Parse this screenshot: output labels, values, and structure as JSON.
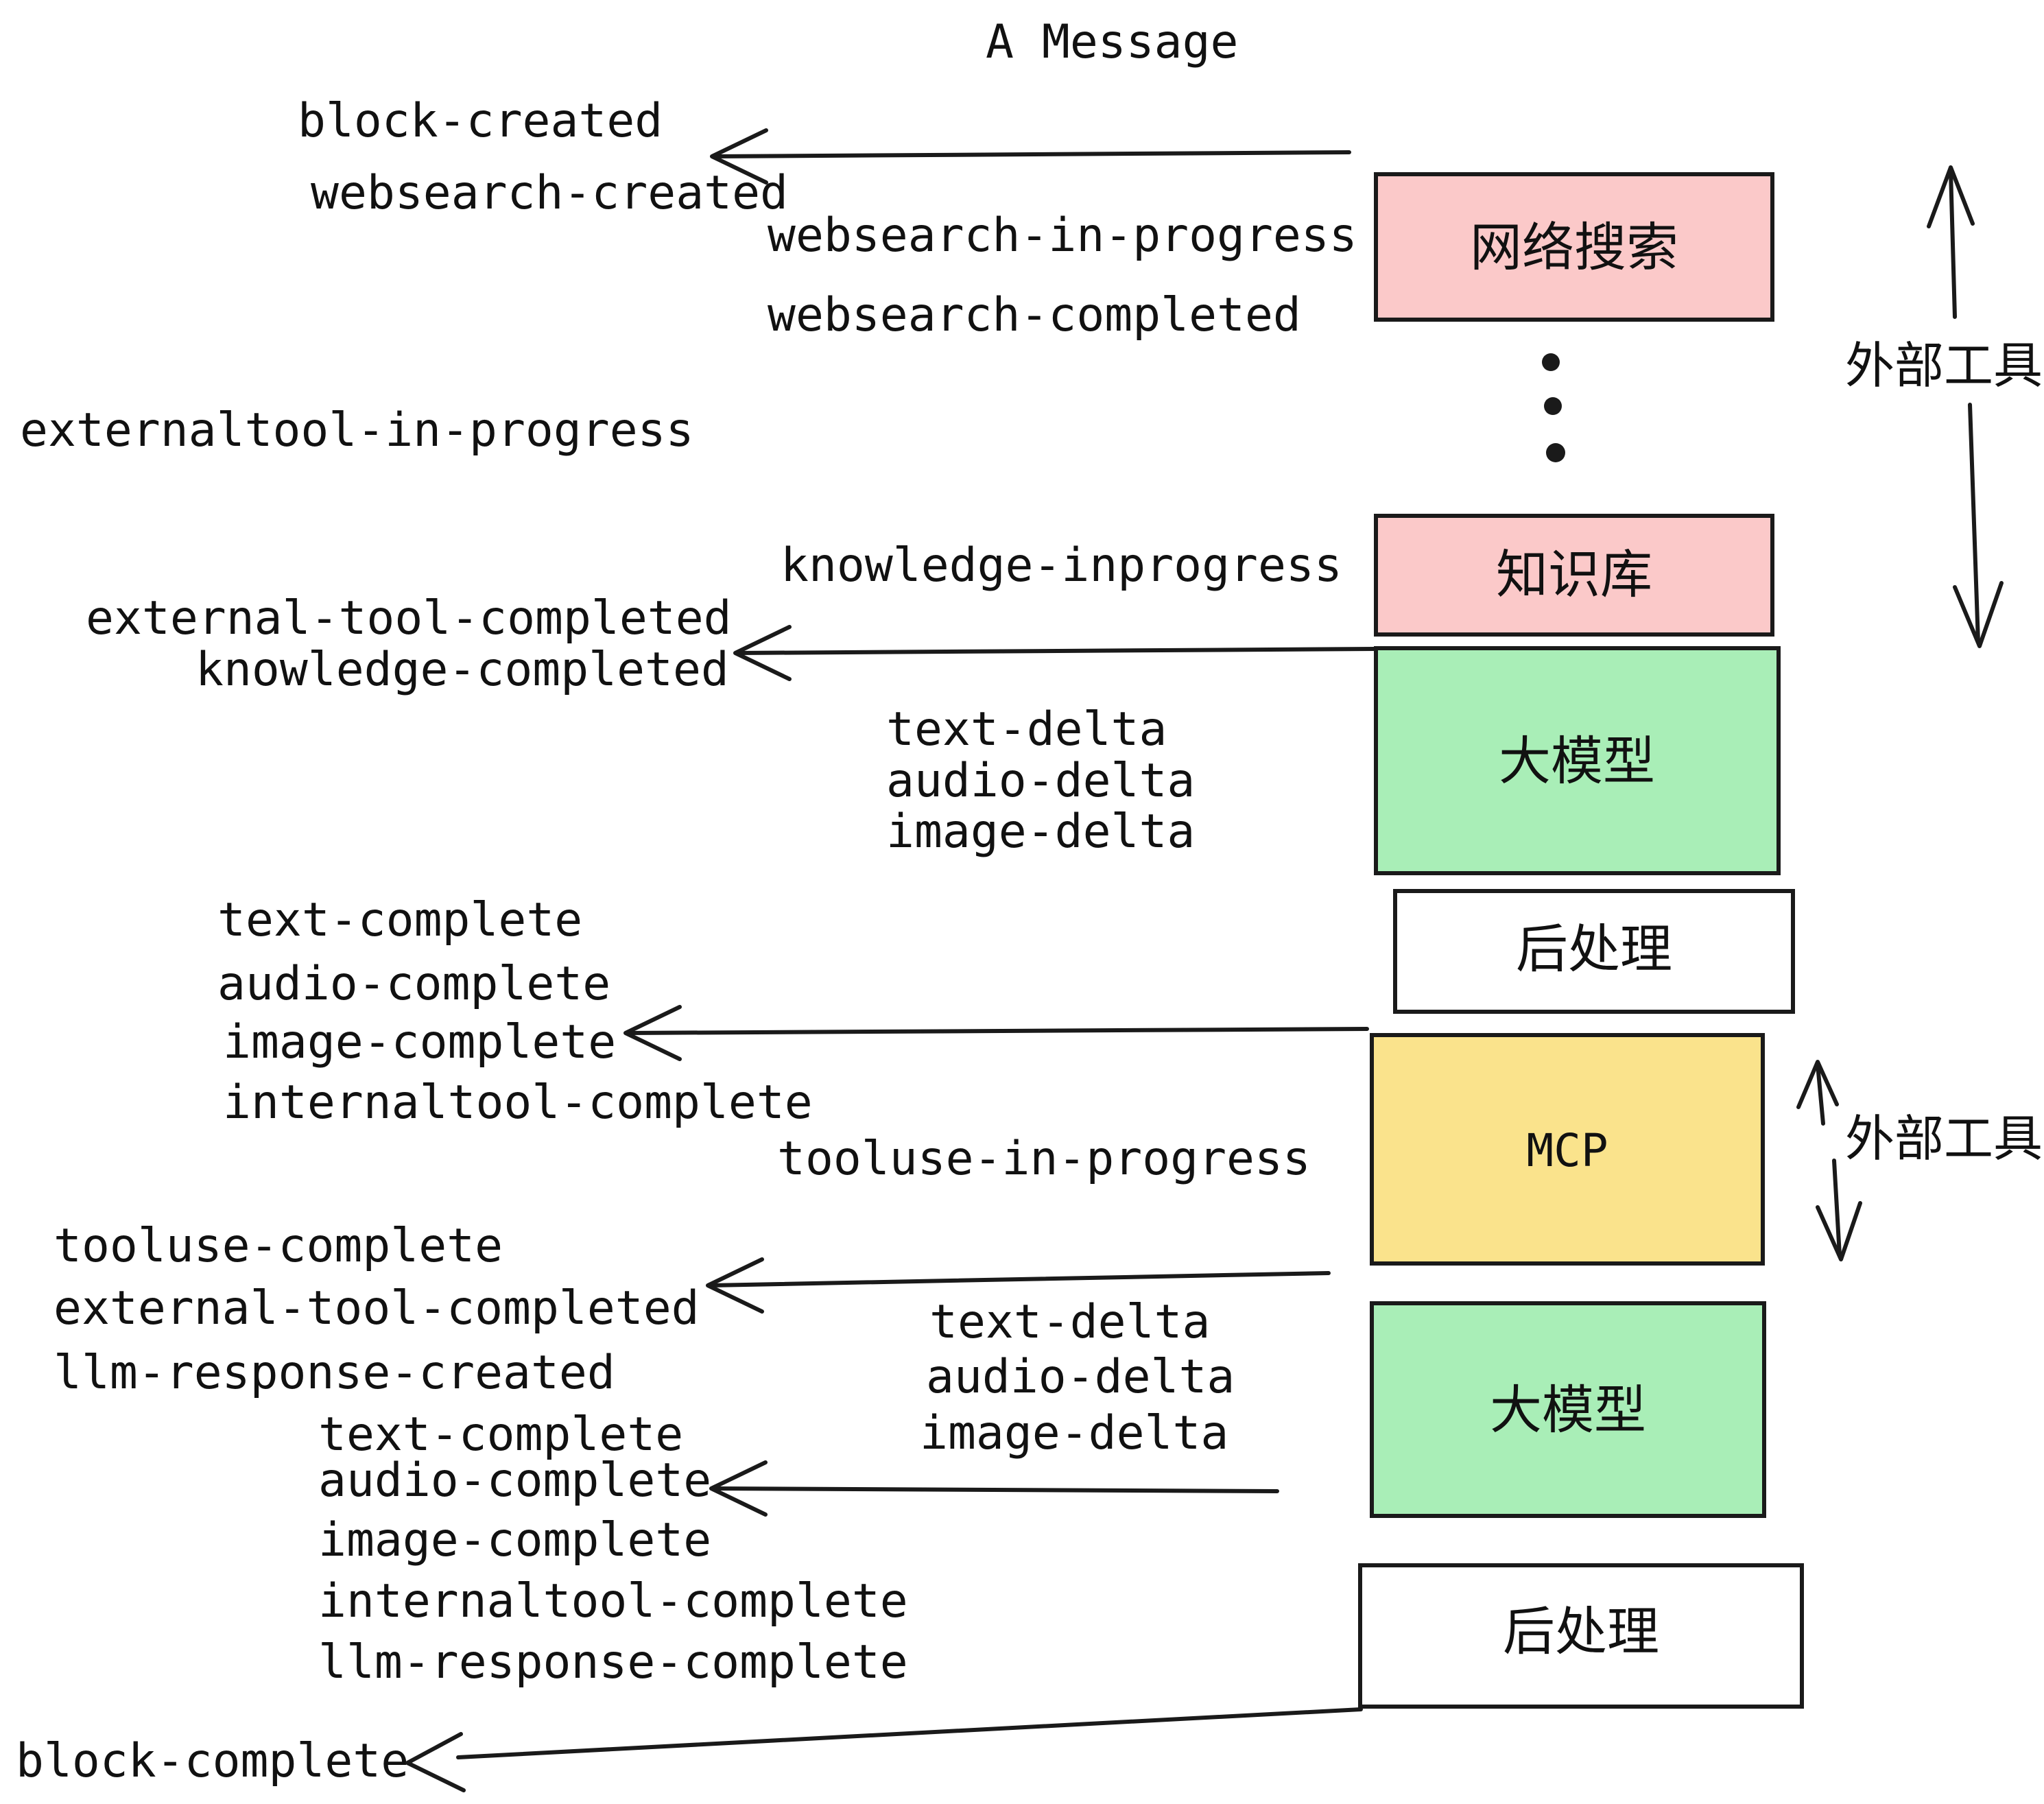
{
  "title": "A Message",
  "events": {
    "block_created": "block-created",
    "websearch_created": "websearch-created",
    "websearch_in_progress": "websearch-in-progress",
    "websearch_completed": "websearch-completed",
    "externaltool_in_progress": "externaltool-in-progress",
    "knowledge_inprogress": "knowledge-inprogress",
    "external_tool_completed": "external-tool-completed",
    "knowledge_completed": "knowledge-completed",
    "text_delta": "text-delta",
    "audio_delta": "audio-delta",
    "image_delta": "image-delta",
    "text_complete": "text-complete",
    "audio_complete": "audio-complete",
    "image_complete": "image-complete",
    "internaltool_complete": "internaltool-complete",
    "tooluse_in_progress": "tooluse-in-progress",
    "tooluse_complete": "tooluse-complete",
    "external_tool_completed_2": "external-tool-completed",
    "llm_response_created": "llm-response-created",
    "text_delta_2": "text-delta",
    "audio_delta_2": "audio-delta",
    "image_delta_2": "image-delta",
    "text_complete_2": "text-complete",
    "audio_complete_2": "audio-complete",
    "image_complete_2": "image-complete",
    "internaltool_complete_2": "internaltool-complete",
    "llm_response_complete": "llm-response-complete",
    "block_complete": "block-complete"
  },
  "boxes": {
    "websearch": {
      "label": "网络搜索",
      "fill": "#FBC9C9"
    },
    "knowledge": {
      "label": "知识库",
      "fill": "#FBC9C9"
    },
    "llm_top": {
      "label": "大模型",
      "fill": "#A9EEB7"
    },
    "post_top": {
      "label": "后处理",
      "fill": "#FFFFFF"
    },
    "mcp": {
      "label": "MCP",
      "fill": "#FAE38C"
    },
    "llm_bottom": {
      "label": "大模型",
      "fill": "#A9EEB7"
    },
    "post_bottom": {
      "label": "后处理",
      "fill": "#FFFFFF"
    }
  },
  "annotations": {
    "external_tools_top": "外部工具",
    "external_tools_mid": "外部工具"
  },
  "colors": {
    "ink": "#1a1a1a",
    "text": "#111111",
    "background": "#FFFFFF",
    "pink": "#FBC9C9",
    "green": "#A9EEB7",
    "yellow": "#FAE38C"
  }
}
